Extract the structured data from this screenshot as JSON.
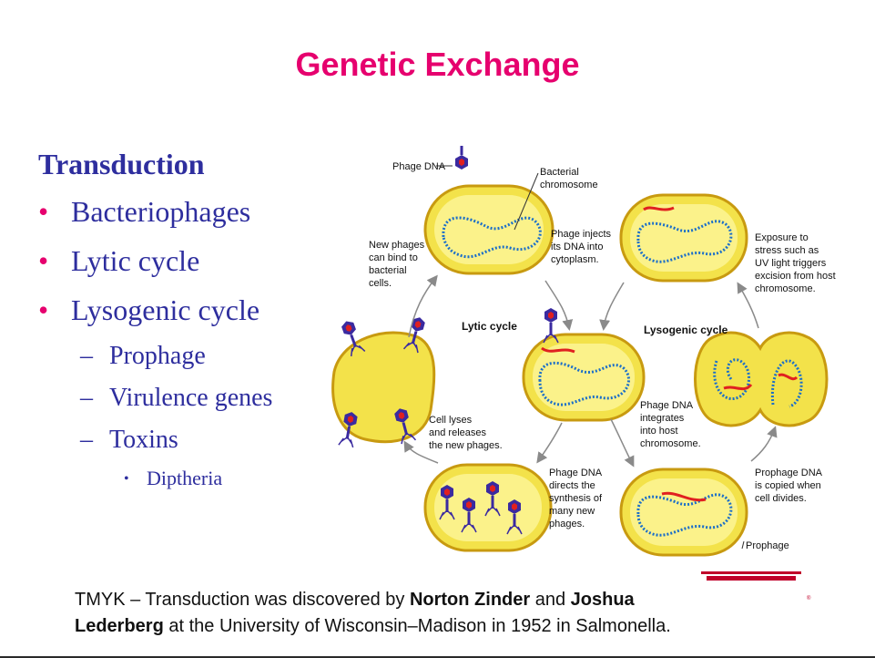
{
  "title": "Genetic Exchange",
  "heading": "Transduction",
  "bullets": [
    "Bacteriophages",
    "Lytic cycle",
    "Lysogenic cycle"
  ],
  "sub_bullets": [
    "Prophage",
    "Virulence genes",
    "Toxins"
  ],
  "sub_sub_bullets": [
    "Diptheria"
  ],
  "markers": {
    "bullet": "•",
    "dash": "–",
    "small": "•"
  },
  "diagram": {
    "cycle_labels": {
      "lytic": "Lytic cycle",
      "lysogenic": "Lysogenic cycle"
    },
    "labels": {
      "phage_dna": "Phage DNA",
      "bacterial_chromosome": [
        "Bacterial",
        "chromosome"
      ],
      "phage_injects": [
        "Phage injects",
        "its DNA into",
        "cytoplasm."
      ],
      "new_phages_bind": [
        "New phages",
        "can bind to",
        "bacterial",
        "cells."
      ],
      "exposure": [
        "Exposure to",
        "stress such as",
        "UV light triggers",
        "excision from host",
        "chromosome."
      ],
      "cell_lyses": [
        "Cell lyses",
        "and releases",
        "the new phages."
      ],
      "phage_dna_integrates": [
        "Phage DNA",
        "integrates",
        "into host",
        "chromosome."
      ],
      "phage_dna_directs": [
        "Phage DNA",
        "directs the",
        "synthesis of",
        "many new",
        "phages."
      ],
      "prophage_copied": [
        "Prophage DNA",
        "is copied when",
        "cell divides."
      ],
      "prophage": "Prophage"
    },
    "colors": {
      "cell_fill": "#f3e24a",
      "cell_border": "#c89a10",
      "chromosome": "#1c6fc8",
      "phage_dna": "#e02020",
      "phage": "#3a2aa0"
    }
  },
  "footer": {
    "prefix": "TMYK – Transduction was discovered by ",
    "name1": "Norton Zinder",
    "and": " and ",
    "name2": "Joshua",
    "name2b": "Lederberg",
    "suffix": " at the University of Wisconsin–Madison in 1952 in Salmonella."
  },
  "logo_mark": "®"
}
